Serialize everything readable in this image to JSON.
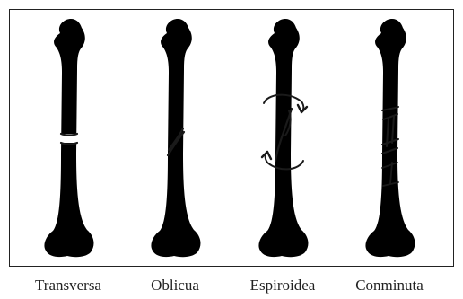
{
  "figure": {
    "labels": [
      "Transversa",
      "Oblicua",
      "Espiroidea",
      "Conminuta"
    ],
    "fracture_types": [
      "transverse",
      "oblique",
      "spiral",
      "comminuted"
    ],
    "line_color": "#1a1a1a",
    "border_color": "#222222"
  }
}
